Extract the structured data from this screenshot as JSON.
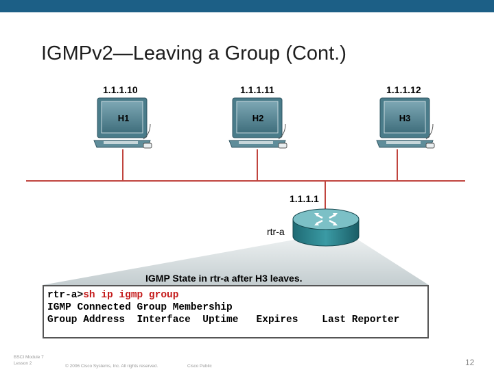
{
  "slide": {
    "title": "IGMPv2—Leaving a Group (Cont.)",
    "page_number": "12"
  },
  "hosts": [
    {
      "name": "H1",
      "ip": "1.1.1.10"
    },
    {
      "name": "H2",
      "ip": "1.1.1.11"
    },
    {
      "name": "H3",
      "ip": "1.1.1.12"
    }
  ],
  "router": {
    "name": "rtr-a",
    "ip": "1.1.1.1"
  },
  "caption": "IGMP State in rtr-a after H3 leaves.",
  "console": {
    "prompt": "rtr-a>",
    "command": "sh ip igmp group",
    "line2": "IGMP Connected Group Membership",
    "line3": "Group Address  Interface  Uptime   Expires    Last Reporter"
  },
  "footer": {
    "course_line1": "BSCI Module 7",
    "course_line2": "Lesson 2",
    "copyright": "© 2006 Cisco Systems, Inc. All rights reserved.",
    "classification": "Cisco Public"
  },
  "colors": {
    "topbar": "#1c5f86",
    "lan_line": "#c0443e",
    "command_text": "#c41b1b",
    "router_body": "#2e8c96"
  }
}
